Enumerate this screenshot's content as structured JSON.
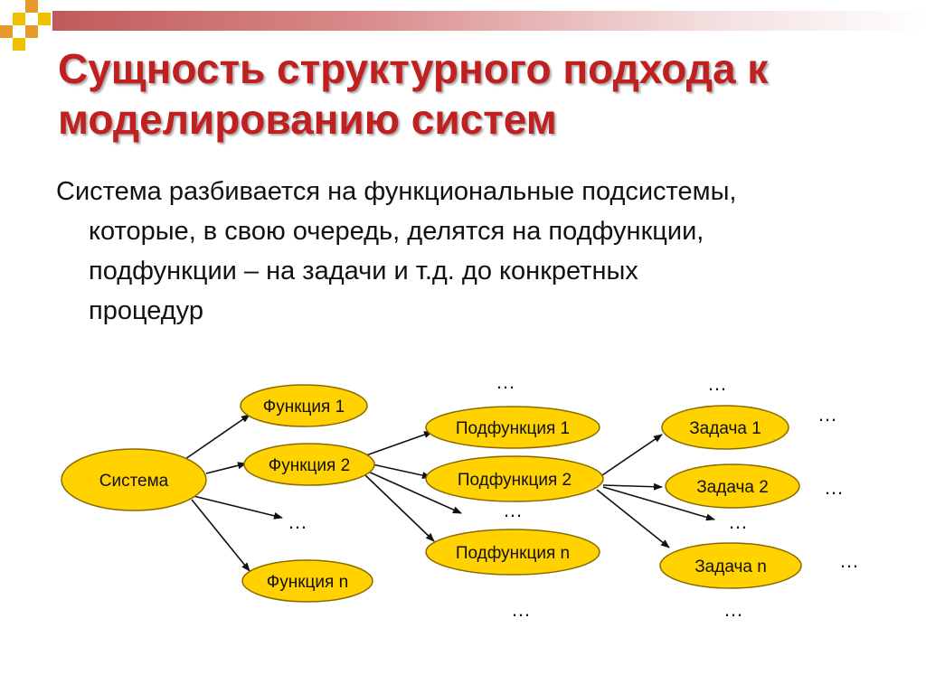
{
  "slide": {
    "title": "Сущность структурного подхода к моделированию систем",
    "body_lines": [
      "Система разбивается на функциональные подсистемы,",
      "которые, в свою очередь, делятся на подфункции,",
      "подфункции – на задачи и т.д. до конкретных",
      "процедур"
    ]
  },
  "diagram": {
    "nodes": {
      "system": "Система",
      "func1": "Функция 1",
      "func2": "Функция 2",
      "funcn": "Функция n",
      "sub1": "Подфункция 1",
      "sub2": "Подфункция 2",
      "subn": "Подфункция n",
      "task1": "Задача 1",
      "task2": "Задача 2",
      "taskn": "Задача n"
    },
    "ellipsis": "…",
    "colors": {
      "node_fill": "#ffd200",
      "node_stroke": "#8a6a00",
      "title": "#c0201f"
    }
  }
}
